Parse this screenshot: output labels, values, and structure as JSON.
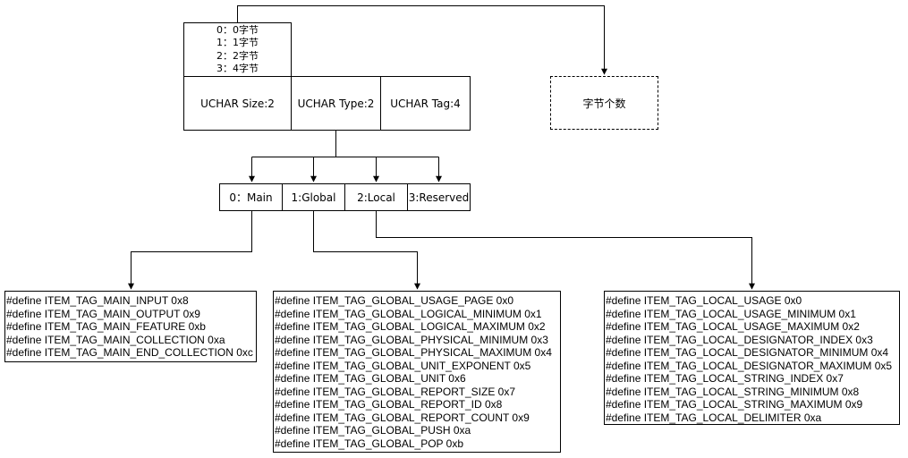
{
  "size_values": [
    "0：0字节",
    "1：1字节",
    "2：2字节",
    "3：4字节"
  ],
  "fields": {
    "size": "UCHAR Size:2",
    "type": "UCHAR Type:2",
    "tag": "UCHAR Tag:4"
  },
  "byte_count_label": "字节个数",
  "types": {
    "main": "0：Main",
    "global": "1:Global",
    "local": "2:Local",
    "reserved": "3:Reserved"
  },
  "main_tags": [
    "#define ITEM_TAG_MAIN_INPUT 0x8",
    "#define ITEM_TAG_MAIN_OUTPUT 0x9",
    "#define ITEM_TAG_MAIN_FEATURE 0xb",
    "#define ITEM_TAG_MAIN_COLLECTION 0xa",
    "#define ITEM_TAG_MAIN_END_COLLECTION 0xc"
  ],
  "global_tags": [
    "#define ITEM_TAG_GLOBAL_USAGE_PAGE 0x0",
    "#define ITEM_TAG_GLOBAL_LOGICAL_MINIMUM 0x1",
    "#define ITEM_TAG_GLOBAL_LOGICAL_MAXIMUM 0x2",
    "#define ITEM_TAG_GLOBAL_PHYSICAL_MINIMUM 0x3",
    "#define ITEM_TAG_GLOBAL_PHYSICAL_MAXIMUM 0x4",
    "#define ITEM_TAG_GLOBAL_UNIT_EXPONENT 0x5",
    "#define ITEM_TAG_GLOBAL_UNIT 0x6",
    "#define ITEM_TAG_GLOBAL_REPORT_SIZE 0x7",
    "#define ITEM_TAG_GLOBAL_REPORT_ID 0x8",
    "#define ITEM_TAG_GLOBAL_REPORT_COUNT 0x9",
    "#define ITEM_TAG_GLOBAL_PUSH 0xa",
    "#define ITEM_TAG_GLOBAL_POP 0xb"
  ],
  "local_tags": [
    "#define ITEM_TAG_LOCAL_USAGE 0x0",
    "#define ITEM_TAG_LOCAL_USAGE_MINIMUM 0x1",
    "#define ITEM_TAG_LOCAL_USAGE_MAXIMUM 0x2",
    "#define ITEM_TAG_LOCAL_DESIGNATOR_INDEX 0x3",
    "#define ITEM_TAG_LOCAL_DESIGNATOR_MINIMUM 0x4",
    "#define ITEM_TAG_LOCAL_DESIGNATOR_MAXIMUM 0x5",
    "#define ITEM_TAG_LOCAL_STRING_INDEX 0x7",
    "#define ITEM_TAG_LOCAL_STRING_MINIMUM 0x8",
    "#define ITEM_TAG_LOCAL_STRING_MAXIMUM 0x9",
    "#define ITEM_TAG_LOCAL_DELIMITER 0xa"
  ]
}
